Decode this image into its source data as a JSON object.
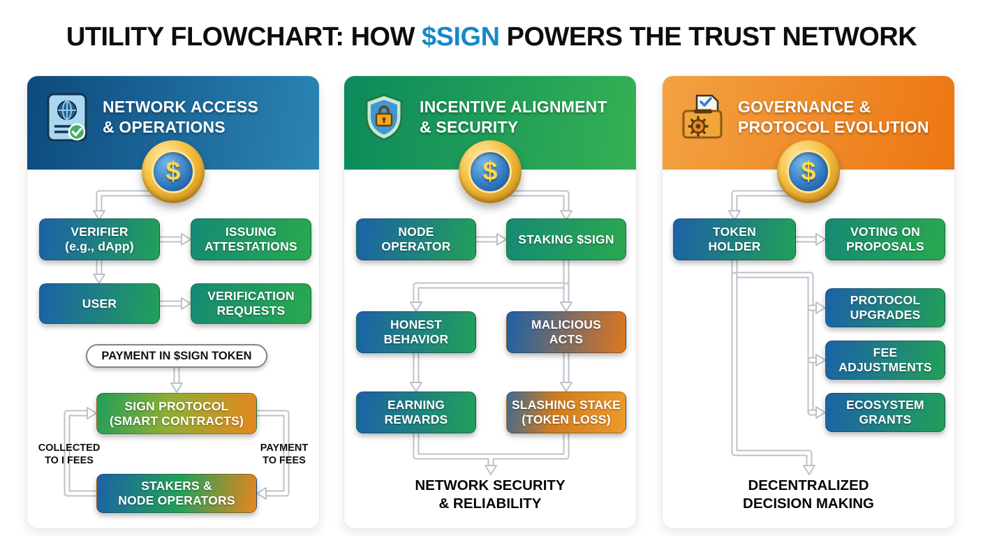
{
  "page": {
    "title_pre": "UTILITY FLOWCHART: HOW ",
    "title_token": "$SIGN",
    "title_post": " POWERS THE TRUST NETWORK"
  },
  "coin": {
    "symbol": "$"
  },
  "colors": {
    "accent_blue": "#1787c9",
    "header_blue": "#0d4a7d",
    "header_green": "#0b8a5c",
    "header_orange": "#ec7612",
    "box_blue": "#1c61a8",
    "box_green": "#22a058",
    "box_orange": "#e8861d",
    "coin_gold": "#f4be3e",
    "coin_blue": "#2f77c0"
  },
  "panels": [
    {
      "title_line1": "NETWORK ACCESS",
      "title_line2": "& OPERATIONS",
      "icon": "passport-globe-check-icon",
      "boxes": {
        "verifier_line1": "VERIFIER",
        "verifier_line2": "(e.g., dApp)",
        "issuing_line1": "ISSUING",
        "issuing_line2": "ATTESTATIONS",
        "user": "USER",
        "verification_line1": "VERIFICATION",
        "verification_line2": "REQUESTS",
        "payment_pill": "PAYMENT IN $SIGN TOKEN",
        "protocol_line1": "SIGN PROTOCOL",
        "protocol_line2": "(SMART CONTRACTS)",
        "fees_left_line1": "COLLECTED",
        "fees_left_line2": "TO I FEES",
        "fees_right_line1": "PAYMENT",
        "fees_right_line2": "TO FEES",
        "stakers_line1": "STAKERS &",
        "stakers_line2": "NODE OPERATORS"
      }
    },
    {
      "title_line1": "INCENTIVE ALIGNMENT",
      "title_line2": "& SECURITY",
      "icon": "shield-lock-icon",
      "boxes": {
        "node_operator_line1": "NODE",
        "node_operator_line2": "OPERATOR",
        "staking": "STAKING $SIGN",
        "honest_line1": "HONEST",
        "honest_line2": "BEHAVIOR",
        "malicious_line1": "MALICIOUS",
        "malicious_line2": "ACTS",
        "earning_line1": "EARNING",
        "earning_line2": "REWARDS",
        "slashing_line1": "SLASHING STAKE",
        "slashing_line2": "(TOKEN LOSS)",
        "outcome_line1": "NETWORK SECURITY",
        "outcome_line2": "& RELIABILITY"
      }
    },
    {
      "title_line1": "GOVERNANCE &",
      "title_line2": "PROTOCOL EVOLUTION",
      "icon": "ballot-box-gear-icon",
      "boxes": {
        "token_holder_line1": "TOKEN",
        "token_holder_line2": "HOLDER",
        "voting_line1": "VOTING ON",
        "voting_line2": "PROPOSALS",
        "upgrades_line1": "PROTOCOL",
        "upgrades_line2": "UPGRADES",
        "fee_line1": "FEE",
        "fee_line2": "ADJUSTMENTS",
        "grants_line1": "ECOSYSTEM",
        "grants_line2": "GRANTS",
        "outcome_line1": "DECENTRALIZED",
        "outcome_line2": "DECISION MAKING"
      }
    }
  ]
}
